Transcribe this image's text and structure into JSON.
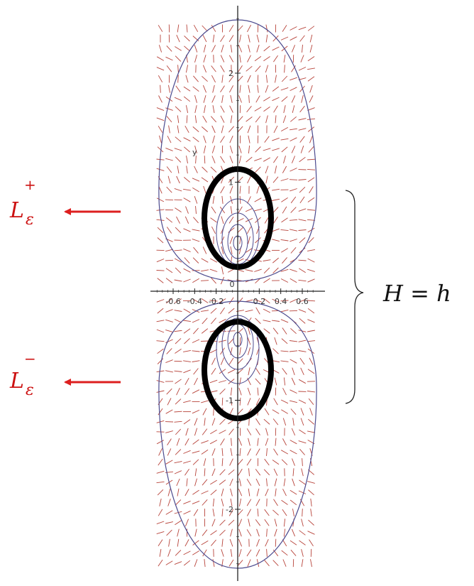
{
  "labels": {
    "l_upper": {
      "base": "L",
      "sub": "ε",
      "sup": "+"
    },
    "l_lower": {
      "base": "L",
      "sub": "ε",
      "sup": "−"
    },
    "h_equation": "H = h"
  },
  "axes": {
    "x_ticks": [
      "-0.6",
      "-0.4",
      "-0.2",
      "0",
      "0.2",
      "0.4",
      "0.6"
    ],
    "y_ticks": [
      "2",
      "1",
      "-1",
      "-2"
    ],
    "y_label": "y"
  },
  "colors": {
    "arrow": "#dd1f1f",
    "field": "#b8443b",
    "contour": "#4b4a8e",
    "limit_cycle": "#000000",
    "axis": "#222222"
  }
}
